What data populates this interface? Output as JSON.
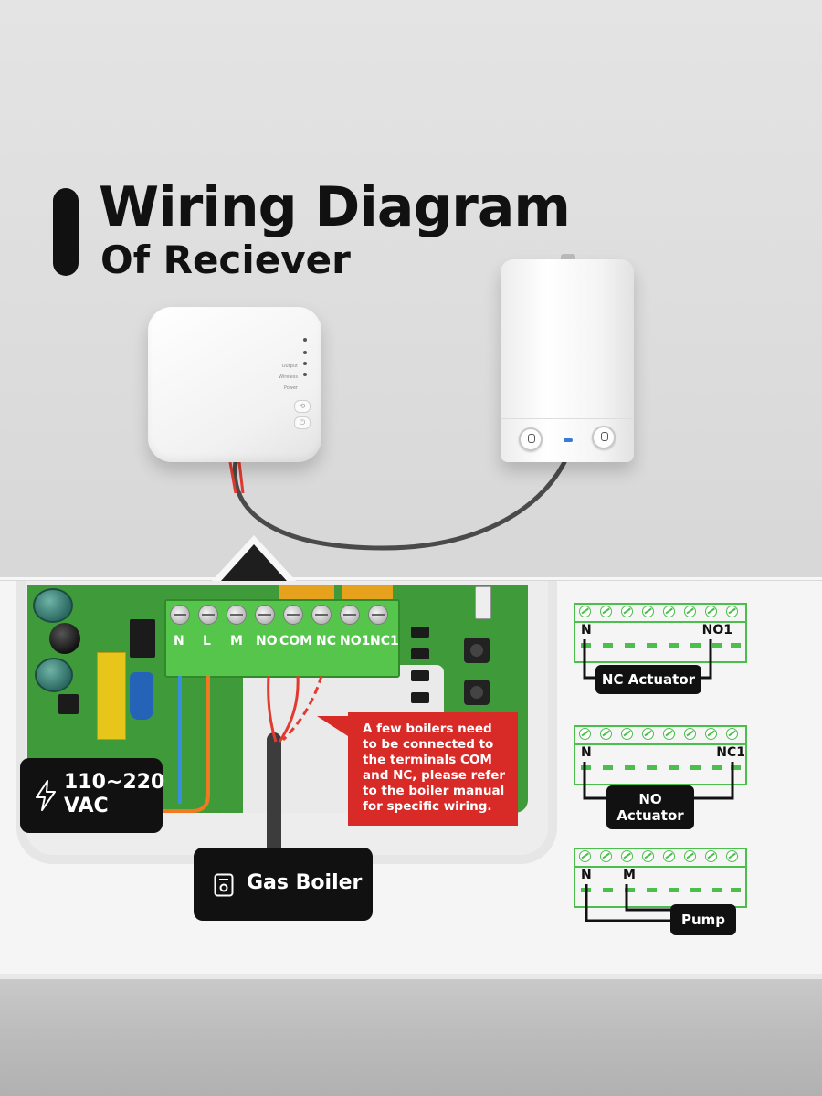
{
  "header": {
    "title": "Wiring Diagram",
    "subtitle": "Of Reciever"
  },
  "hub": {
    "labels": [
      "Output",
      "Wireless",
      "Power"
    ]
  },
  "terminals": [
    "N",
    "L",
    "M",
    "NO",
    "COM",
    "NC",
    "NO1",
    "NC1"
  ],
  "callouts": {
    "note": "A few boilers need to be connected to the terminals COM and NC, please refer to the boiler manual for specific wiring.",
    "voltage": "110~220 VAC",
    "gas_boiler": "Gas Boiler"
  },
  "diagrams": [
    {
      "left": "N",
      "right": "NO1",
      "tag": "NC Actuator"
    },
    {
      "left": "N",
      "right": "NC1",
      "tag": "NO Actuator"
    },
    {
      "left": "N",
      "right": "M",
      "tag": "Pump"
    }
  ],
  "colors": {
    "terminal_green": "#55c64b",
    "diagram_green": "#4bbf4b",
    "callout_red": "#d82a27",
    "wire_blue": "#3a8ee0",
    "wire_orange": "#f07a22",
    "wire_red": "#e23a2e"
  }
}
